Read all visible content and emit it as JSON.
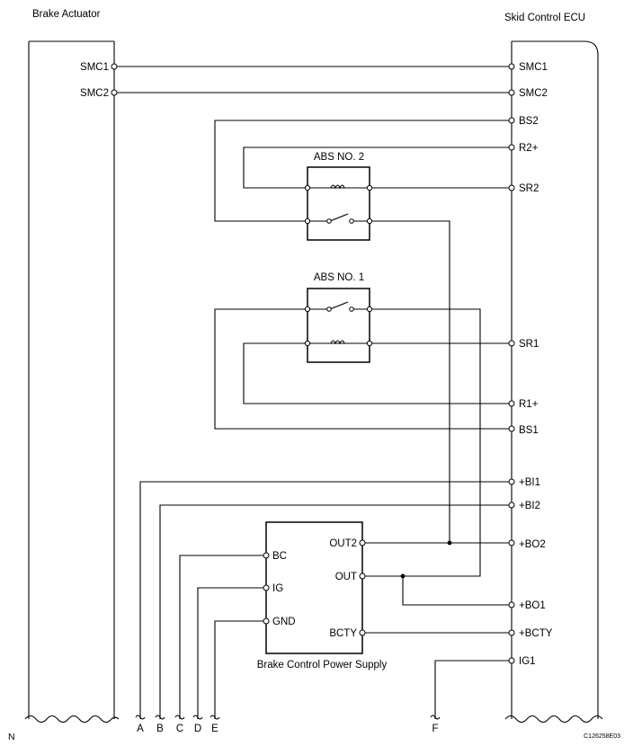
{
  "title_left": "Brake Actuator",
  "title_right": "Skid Control ECU",
  "actuator_pins": [
    "SMC1",
    "SMC2"
  ],
  "ecu_pins": [
    "SMC1",
    "SMC2",
    "BS2",
    "R2+",
    "SR2",
    "SR1",
    "R1+",
    "BS1",
    "+BI1",
    "+BI2",
    "+BO2",
    "+BO1",
    "+BCTY",
    "IG1"
  ],
  "relay2_label": "ABS NO. 2",
  "relay1_label": "ABS NO. 1",
  "power_supply": {
    "name": "Brake Control Power Supply",
    "pins_left": [
      "BC",
      "IG",
      "GND"
    ],
    "pins_right": [
      "OUT2",
      "OUT",
      "BCTY"
    ]
  },
  "connectors": [
    "A",
    "B",
    "C",
    "D",
    "E",
    "F"
  ],
  "corner_label": "N",
  "figure_code": "C126258E03"
}
